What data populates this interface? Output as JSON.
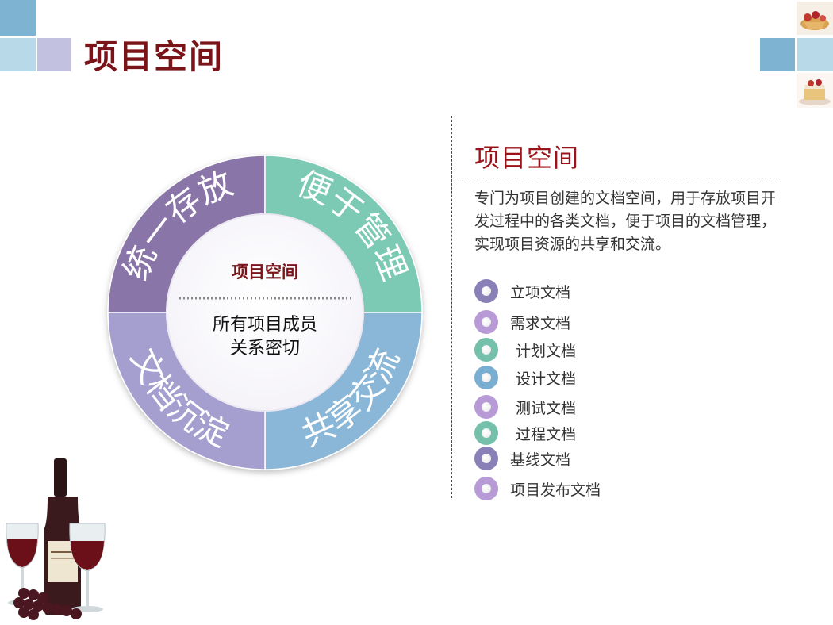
{
  "header": {
    "title": "项目空间"
  },
  "diagram": {
    "segments": [
      {
        "label": "统一存放",
        "color": "#8a74a8"
      },
      {
        "label": "便于管理",
        "color": "#7ccab3"
      },
      {
        "label": "共享交流",
        "color": "#8ab7d8"
      },
      {
        "label": "文档沉淀",
        "color": "#a59fcf"
      }
    ],
    "center": {
      "title": "项目空间",
      "line1": "所有项目成员",
      "line2": "关系密切"
    }
  },
  "info": {
    "title": "项目空间",
    "description": "专门为项目创建的文档空间，用于存放项目开发过程中的各类文档，便于项目的文档管理，实现项目资源的共享和交流。"
  },
  "documents": [
    {
      "label": "立项文档",
      "color": "#8a80b8"
    },
    {
      "label": "需求文档",
      "color": "#b79ad6"
    },
    {
      "label": "计划文档",
      "color": "#74c0aa"
    },
    {
      "label": "设计文档",
      "color": "#7aaed0"
    },
    {
      "label": "测试文档",
      "color": "#b79ad6"
    },
    {
      "label": "过程文档",
      "color": "#74c0aa"
    },
    {
      "label": "基线文档",
      "color": "#8a80b8"
    },
    {
      "label": "项目发布文档",
      "color": "#b79ad6"
    }
  ]
}
